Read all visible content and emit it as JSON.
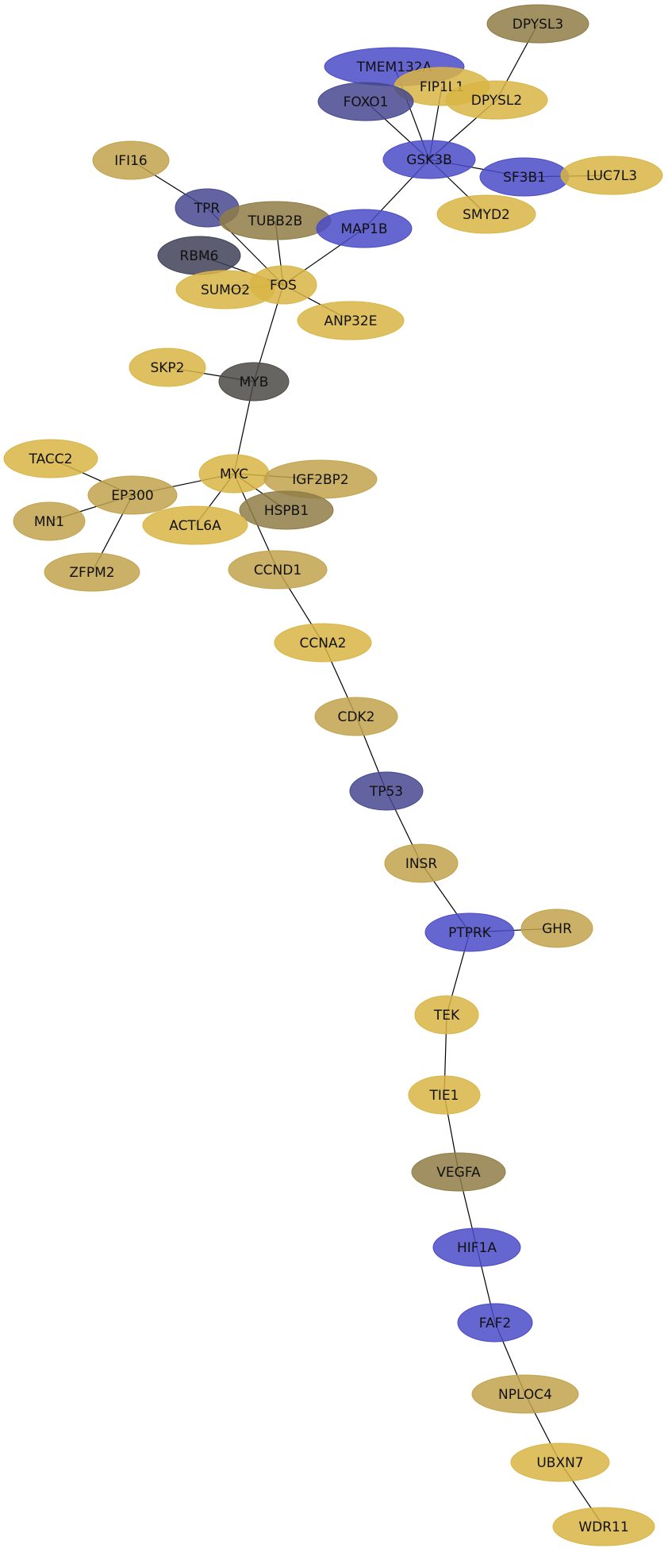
{
  "palette": {
    "gold": "#d9b545",
    "tan": "#c2a24c",
    "olive": "#8f7d47",
    "blue": "#4b4bc8",
    "navy": "#46488f",
    "slate": "#3f4158",
    "charcoal": "#4c4a46"
  },
  "nodes": [
    {
      "id": "DPYSL3",
      "label": "DPYSL3",
      "color": "olive"
    },
    {
      "id": "TMEM132A",
      "label": "TMEM132A",
      "color": "blue"
    },
    {
      "id": "FIP1L1",
      "label": "FIP1L1",
      "color": "gold"
    },
    {
      "id": "DPYSL2",
      "label": "DPYSL2",
      "color": "gold"
    },
    {
      "id": "FOXO1",
      "label": "FOXO1",
      "color": "navy"
    },
    {
      "id": "GSK3B",
      "label": "GSK3B",
      "color": "blue"
    },
    {
      "id": "SF3B1",
      "label": "SF3B1",
      "color": "blue"
    },
    {
      "id": "LUC7L3",
      "label": "LUC7L3",
      "color": "gold"
    },
    {
      "id": "IFI16",
      "label": "IFI16",
      "color": "tan"
    },
    {
      "id": "TPR",
      "label": "TPR",
      "color": "navy"
    },
    {
      "id": "TUBB2B",
      "label": "TUBB2B",
      "color": "olive"
    },
    {
      "id": "SMYD2",
      "label": "SMYD2",
      "color": "gold"
    },
    {
      "id": "MAP1B",
      "label": "MAP1B",
      "color": "blue"
    },
    {
      "id": "RBM6",
      "label": "RBM6",
      "color": "slate"
    },
    {
      "id": "SUMO2",
      "label": "SUMO2",
      "color": "gold"
    },
    {
      "id": "FOS",
      "label": "FOS",
      "color": "gold"
    },
    {
      "id": "ANP32E",
      "label": "ANP32E",
      "color": "gold"
    },
    {
      "id": "SKP2",
      "label": "SKP2",
      "color": "gold"
    },
    {
      "id": "MYB",
      "label": "MYB",
      "color": "charcoal"
    },
    {
      "id": "TACC2",
      "label": "TACC2",
      "color": "gold"
    },
    {
      "id": "MYC",
      "label": "MYC",
      "color": "gold"
    },
    {
      "id": "IGF2BP2",
      "label": "IGF2BP2",
      "color": "tan"
    },
    {
      "id": "EP300",
      "label": "EP300",
      "color": "tan"
    },
    {
      "id": "HSPB1",
      "label": "HSPB1",
      "color": "olive"
    },
    {
      "id": "MN1",
      "label": "MN1",
      "color": "tan"
    },
    {
      "id": "ACTL6A",
      "label": "ACTL6A",
      "color": "gold"
    },
    {
      "id": "ZFPM2",
      "label": "ZFPM2",
      "color": "tan"
    },
    {
      "id": "CCND1",
      "label": "CCND1",
      "color": "tan"
    },
    {
      "id": "CCNA2",
      "label": "CCNA2",
      "color": "gold"
    },
    {
      "id": "CDK2",
      "label": "CDK2",
      "color": "tan"
    },
    {
      "id": "TP53",
      "label": "TP53",
      "color": "navy"
    },
    {
      "id": "INSR",
      "label": "INSR",
      "color": "tan"
    },
    {
      "id": "PTPRK",
      "label": "PTPRK",
      "color": "blue"
    },
    {
      "id": "GHR",
      "label": "GHR",
      "color": "tan"
    },
    {
      "id": "TEK",
      "label": "TEK",
      "color": "gold"
    },
    {
      "id": "TIE1",
      "label": "TIE1",
      "color": "gold"
    },
    {
      "id": "VEGFA",
      "label": "VEGFA",
      "color": "olive"
    },
    {
      "id": "HIF1A",
      "label": "HIF1A",
      "color": "blue"
    },
    {
      "id": "FAF2",
      "label": "FAF2",
      "color": "blue"
    },
    {
      "id": "NPLOC4",
      "label": "NPLOC4",
      "color": "tan"
    },
    {
      "id": "UBXN7",
      "label": "UBXN7",
      "color": "gold"
    },
    {
      "id": "WDR11",
      "label": "WDR11",
      "color": "gold"
    }
  ],
  "edges": [
    [
      "DPYSL3",
      "DPYSL2"
    ],
    [
      "TMEM132A",
      "GSK3B"
    ],
    [
      "FIP1L1",
      "GSK3B"
    ],
    [
      "DPYSL2",
      "GSK3B"
    ],
    [
      "FOXO1",
      "GSK3B"
    ],
    [
      "GSK3B",
      "SF3B1"
    ],
    [
      "GSK3B",
      "SMYD2"
    ],
    [
      "GSK3B",
      "MAP1B"
    ],
    [
      "SF3B1",
      "LUC7L3"
    ],
    [
      "IFI16",
      "TPR"
    ],
    [
      "TPR",
      "FOS"
    ],
    [
      "TUBB2B",
      "FOS"
    ],
    [
      "MAP1B",
      "FOS"
    ],
    [
      "RBM6",
      "FOS"
    ],
    [
      "SUMO2",
      "FOS"
    ],
    [
      "FOS",
      "ANP32E"
    ],
    [
      "FOS",
      "MYB"
    ],
    [
      "SKP2",
      "MYB"
    ],
    [
      "MYB",
      "MYC"
    ],
    [
      "TACC2",
      "EP300"
    ],
    [
      "MYC",
      "EP300"
    ],
    [
      "MYC",
      "IGF2BP2"
    ],
    [
      "MYC",
      "HSPB1"
    ],
    [
      "MYC",
      "ACTL6A"
    ],
    [
      "MYC",
      "CCND1"
    ],
    [
      "EP300",
      "MN1"
    ],
    [
      "EP300",
      "ZFPM2"
    ],
    [
      "CCND1",
      "CCNA2"
    ],
    [
      "CCNA2",
      "CDK2"
    ],
    [
      "CDK2",
      "TP53"
    ],
    [
      "TP53",
      "INSR"
    ],
    [
      "INSR",
      "PTPRK"
    ],
    [
      "PTPRK",
      "GHR"
    ],
    [
      "PTPRK",
      "TEK"
    ],
    [
      "TEK",
      "TIE1"
    ],
    [
      "TIE1",
      "VEGFA"
    ],
    [
      "VEGFA",
      "HIF1A"
    ],
    [
      "HIF1A",
      "FAF2"
    ],
    [
      "FAF2",
      "NPLOC4"
    ],
    [
      "NPLOC4",
      "UBXN7"
    ],
    [
      "UBXN7",
      "WDR11"
    ]
  ]
}
